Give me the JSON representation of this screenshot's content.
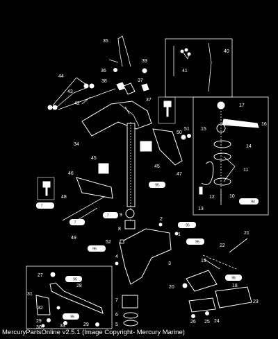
{
  "caption": "MercuryPartsOnline v2.5.1 (Image Copyright- Mercury Marine)",
  "callouts": {
    "c1": "1",
    "c2": "2",
    "c3": "3",
    "c4": "4",
    "c5": "5",
    "c6": "6",
    "c7": "7",
    "c8": "8",
    "c9": "9",
    "c10": "10",
    "c11": "11",
    "c12": "12",
    "c13": "13",
    "c14": "14",
    "c15": "15",
    "c16": "16",
    "c17": "17",
    "c18": "18",
    "c19": "19",
    "c20": "20",
    "c21": "21",
    "c22": "22",
    "c23": "23",
    "c24": "24",
    "c25": "25",
    "c26": "26",
    "c27": "27",
    "c28": "28",
    "c29": "29",
    "c30": "30",
    "c31": "31",
    "c32": "32",
    "c33": "33",
    "c34": "34",
    "c35": "35",
    "c36": "36",
    "c37": "37",
    "c38": "38",
    "c39": "39",
    "c40": "40",
    "c41": "41",
    "c42": "42",
    "c43": "43",
    "c44": "44",
    "c45": "45",
    "c46": "46",
    "c47": "47",
    "c48": "48",
    "c49": "49",
    "c50": "50",
    "c51": "51",
    "c52": "52"
  },
  "lube_tags": {
    "t95": "95",
    "t7": "7",
    "t94": "94"
  }
}
